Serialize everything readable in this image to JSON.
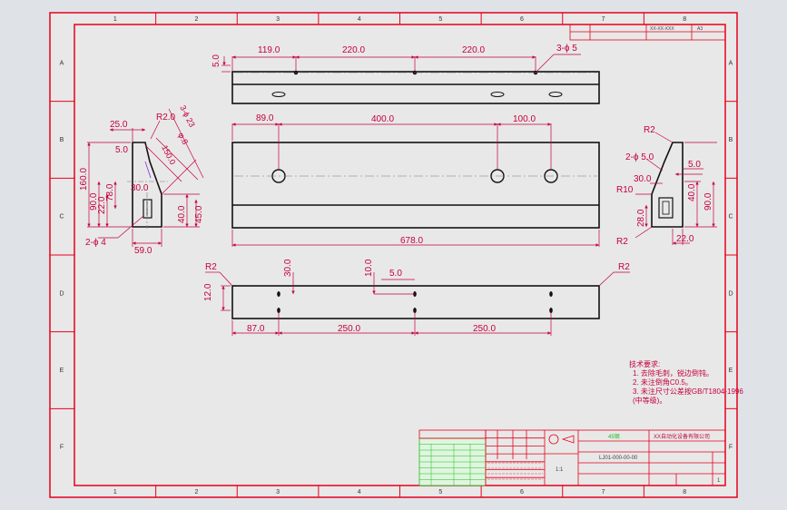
{
  "colors": {
    "bg": "#dfe3e8",
    "paper": "#e8e8e8",
    "frame": "#e8001a",
    "line": "#111111",
    "dim": "#c5003d",
    "center": "#7a7a7a",
    "green": "#1fbf1f",
    "yellow": "#e0c000"
  },
  "zones": {
    "cols": [
      "1",
      "2",
      "3",
      "4",
      "5",
      "6",
      "7",
      "8"
    ],
    "rows": [
      "A",
      "B",
      "C",
      "D",
      "E",
      "F"
    ]
  },
  "dims": {
    "top_119": "119.0",
    "top_220a": "220.0",
    "top_220b": "220.0",
    "top_holes": "3-ϕ 5",
    "top_5": "5.0",
    "front_89": "89.0",
    "front_400": "400.0",
    "front_100": "100.0",
    "front_678": "678.0",
    "left_25": "25.0",
    "left_r2": "R2.0",
    "left_5": "5.0",
    "left_160": "160.0",
    "left_30": "30.0",
    "left_150": "150.0",
    "left_90": "90.0",
    "left_22": "22.0",
    "left_78": "78.0",
    "left_40": "40.0",
    "left_45": "45.0",
    "left_59": "59.0",
    "left_holes": "2-ϕ 4",
    "left_angle": "3-ϕ 23",
    "left_slot": "φ.8",
    "right_r2": "R2",
    "right_holes": "2-ϕ 5.0",
    "right_5": "5.0",
    "right_30": "30.0",
    "right_r10": "R10",
    "right_40": "40.0",
    "right_90": "90.0",
    "right_28": "28.0",
    "right_r2b": "R2",
    "right_22": "22.0",
    "bottom_r2a": "R2",
    "bottom_r2b": "R2",
    "bottom_30": "30.0",
    "bottom_10": "10.0",
    "bottom_5": "5.0",
    "bottom_12": "12.0",
    "bottom_87": "87.0",
    "bottom_250a": "250.0",
    "bottom_250b": "250.0"
  },
  "notes": {
    "title": "技术要求:",
    "lines": [
      "1. 去除毛刺，锐边倒钝。",
      "2. 未注倒角C0.5。",
      "3. 未注尺寸公差按GB/T1804-1996",
      "  (中等级)。"
    ]
  },
  "title_block": {
    "company": "XX自动化设备有限公司",
    "material": "45钢",
    "drawing_no": "LJ01-000-00-00",
    "scale": "1:1",
    "sheet": "1",
    "top_right_a": "XX-XX-XXX",
    "top_right_b": "A3"
  }
}
